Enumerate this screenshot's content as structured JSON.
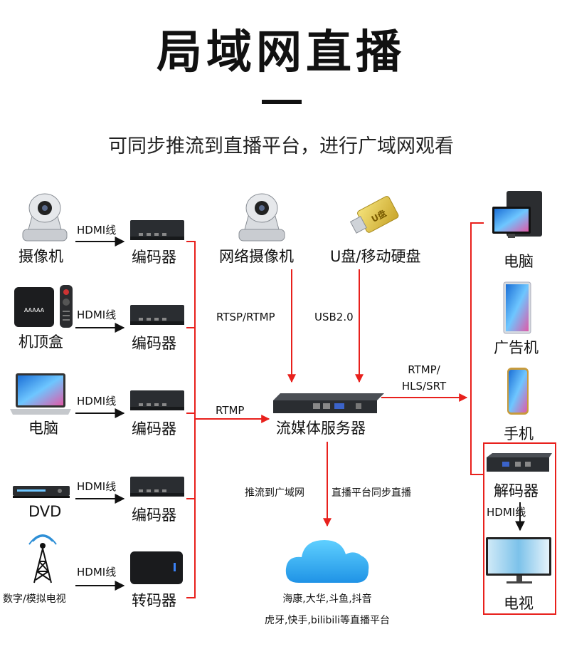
{
  "header": {
    "title": "局域网直播",
    "subtitle": "可同步推流到直播平台，进行广域网观看"
  },
  "sources": [
    {
      "label": "摄像机",
      "link": "HDMI线",
      "device": "编码器"
    },
    {
      "label": "机顶盒",
      "link": "HDMI线",
      "device": "编码器"
    },
    {
      "label": "电脑",
      "link": "HDMI线",
      "device": "编码器"
    },
    {
      "label": "DVD",
      "link": "HDMI线",
      "device": "编码器"
    },
    {
      "label": "数字/模拟电视",
      "link": "HDMI线",
      "device": "转码器"
    }
  ],
  "inputs": {
    "ip_camera": "网络摄像机",
    "ip_camera_link": "RTSP/RTMP",
    "usb_drive": "U盘/移动硬盘",
    "usb_drive_badge": "U盘",
    "usb_link": "USB2.0",
    "encoder_link": "RTMP",
    "stb_brand": "AAAAA"
  },
  "server": {
    "label": "流媒体服务器",
    "output_link_line1": "RTMP/",
    "output_link_line2": "HLS/SRT"
  },
  "cloud": {
    "link_left": "推流到广域网",
    "link_right": "直播平台同步直播",
    "platforms_line1": "海康,大华,斗鱼,抖音",
    "platforms_line2": "虎牙,快手,bilibili等直播平台"
  },
  "outputs": {
    "pc": "电脑",
    "ad_machine": "广告机",
    "phone": "手机",
    "decoder": "解码器",
    "decoder_link": "HDMI线",
    "tv": "电视"
  },
  "colors": {
    "arrow_red": "#e8201c",
    "arrow_black": "#111111",
    "device_dark": "#2a2d31",
    "cloud": "#2ea8ec"
  }
}
